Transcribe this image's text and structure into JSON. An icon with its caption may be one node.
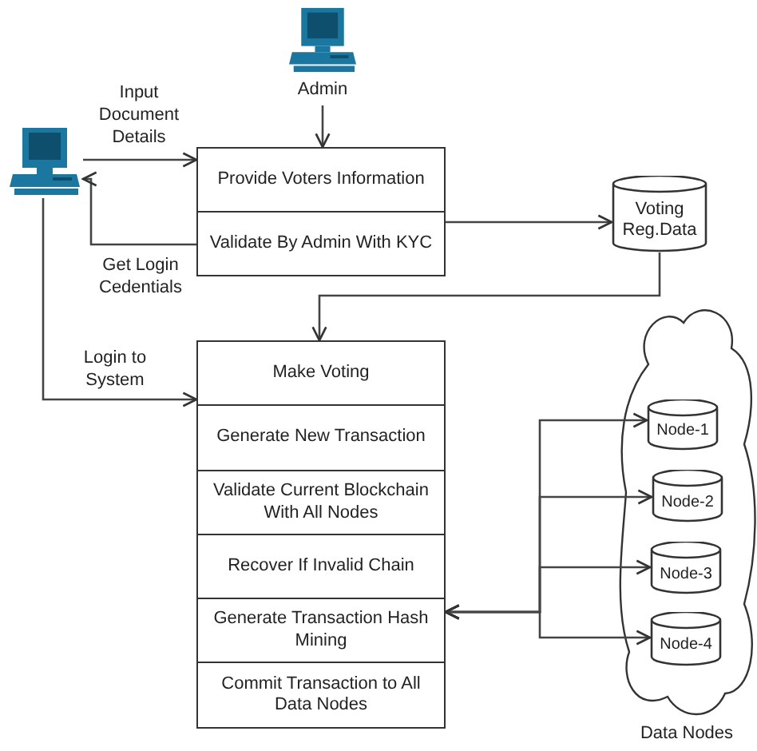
{
  "diagram": {
    "nodes": [
      {
        "text": [
          "Admin"
        ]
      },
      {
        "text": [],
        "shape": "picture"
      },
      {
        "text": [
          "Provide Voters Information"
        ]
      },
      {
        "text": [
          "Validate By Admin With KYC"
        ]
      },
      {
        "text": [
          "Voting Reg.Data"
        ]
      },
      {
        "text": [
          "Make Voting"
        ]
      },
      {
        "text": [
          "Generate New Transaction"
        ]
      },
      {
        "text": [
          "Validate Current Blockchain With All Nodes"
        ]
      },
      {
        "text": [
          "Recover If Invalid Chain"
        ]
      },
      {
        "text": [
          "Generate Transaction Hash Mining"
        ]
      },
      {
        "text": [
          "Commit Transaction to All Data Nodes"
        ]
      },
      {
        "text": [
          "Data Nodes"
        ]
      },
      {
        "text": [
          "Node-1"
        ],
        "in": 11
      },
      {
        "text": [
          "Node-2"
        ],
        "in": 11
      },
      {
        "text": [
          "Node-3"
        ],
        "in": 11
      },
      {
        "text": [
          "Node-4"
        ],
        "in": 11
      }
    ],
    "edges": [
      {
        "from": 0,
        "to": 2,
        "arrow": "to"
      },
      {
        "from": 1,
        "to": 2,
        "arrow": "to",
        "label": "Input Document Details"
      },
      {
        "from": 3,
        "to": 1,
        "arrow": "to",
        "label": "Get Login Cedentials"
      },
      {
        "from": 3,
        "to": 4,
        "arrow": "to"
      },
      {
        "from": 4,
        "to": 5,
        "arrow": "to"
      },
      {
        "from": 1,
        "to": 5,
        "arrow": "to",
        "label": "Login to System"
      },
      {
        "from": 9,
        "to": 12,
        "arrow": "both"
      },
      {
        "from": 9,
        "to": 13,
        "arrow": "both"
      },
      {
        "from": 9,
        "to": 14,
        "arrow": "both"
      },
      {
        "from": 9,
        "to": 15,
        "arrow": "both"
      }
    ]
  }
}
